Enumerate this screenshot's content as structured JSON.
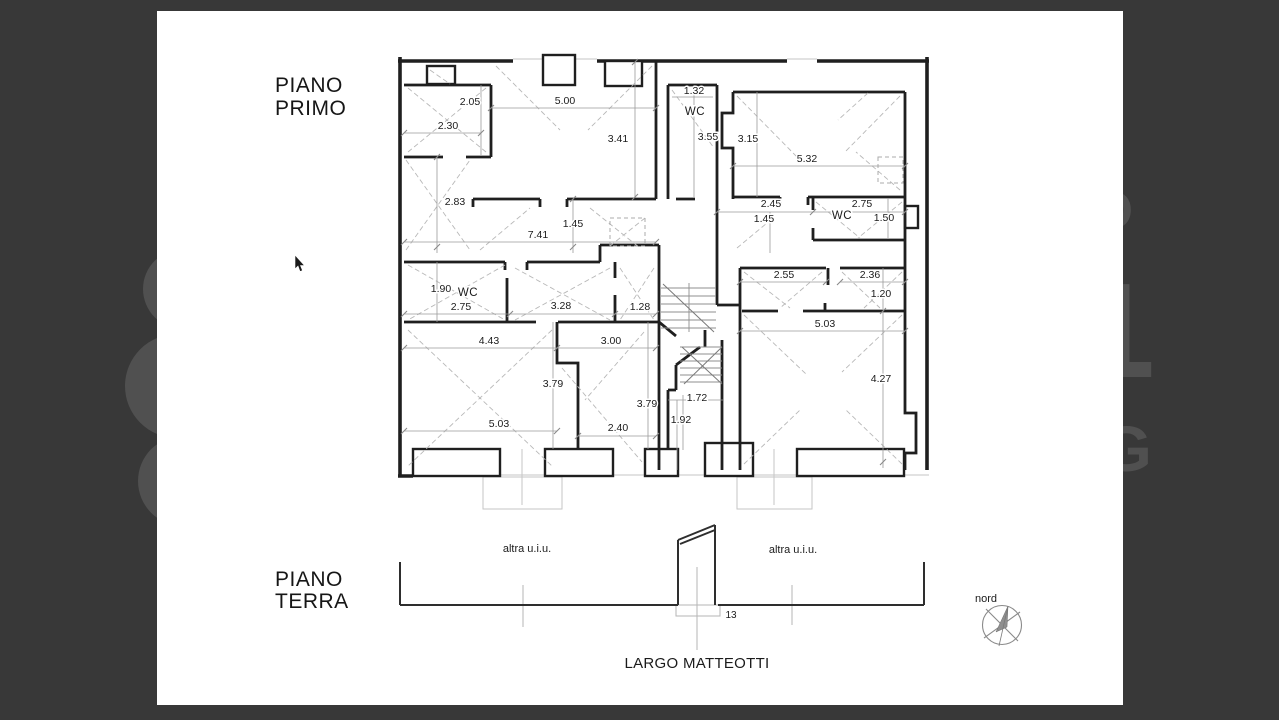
{
  "viewer": {
    "background_color": "#383838",
    "page_color": "#ffffff",
    "watermark_color": "#505050",
    "watermark_letters": [
      "O",
      "L",
      "G"
    ]
  },
  "plan": {
    "title_upper": {
      "line1": "PIANO",
      "line2": "PRIMO"
    },
    "title_lower": {
      "line1": "PIANO",
      "line2": "TERRA"
    },
    "street_label": "LARGO MATTEOTTI",
    "north_label": "nord",
    "ground_floor_number": "13",
    "other_unit_left": "altra u.i.u.",
    "other_unit_right": "altra u.i.u.",
    "wc": {
      "top": "WC",
      "left": "WC",
      "right": "WC"
    },
    "dims": [
      "2.05",
      "5.00",
      "2.30",
      "3.41",
      "1.32",
      "3.55",
      "3.15",
      "5.32",
      "2.83",
      "7.41",
      "1.45",
      "2.45",
      "1.45",
      "2.75",
      "1.50",
      "1.90",
      "2.75",
      "3.28",
      "1.28",
      "4.43",
      "3.00",
      "3.79",
      "3.79",
      "5.03",
      "2.40",
      "1.72",
      "1.92",
      "2.55",
      "2.36",
      "1.20",
      "5.03",
      "4.27"
    ]
  }
}
